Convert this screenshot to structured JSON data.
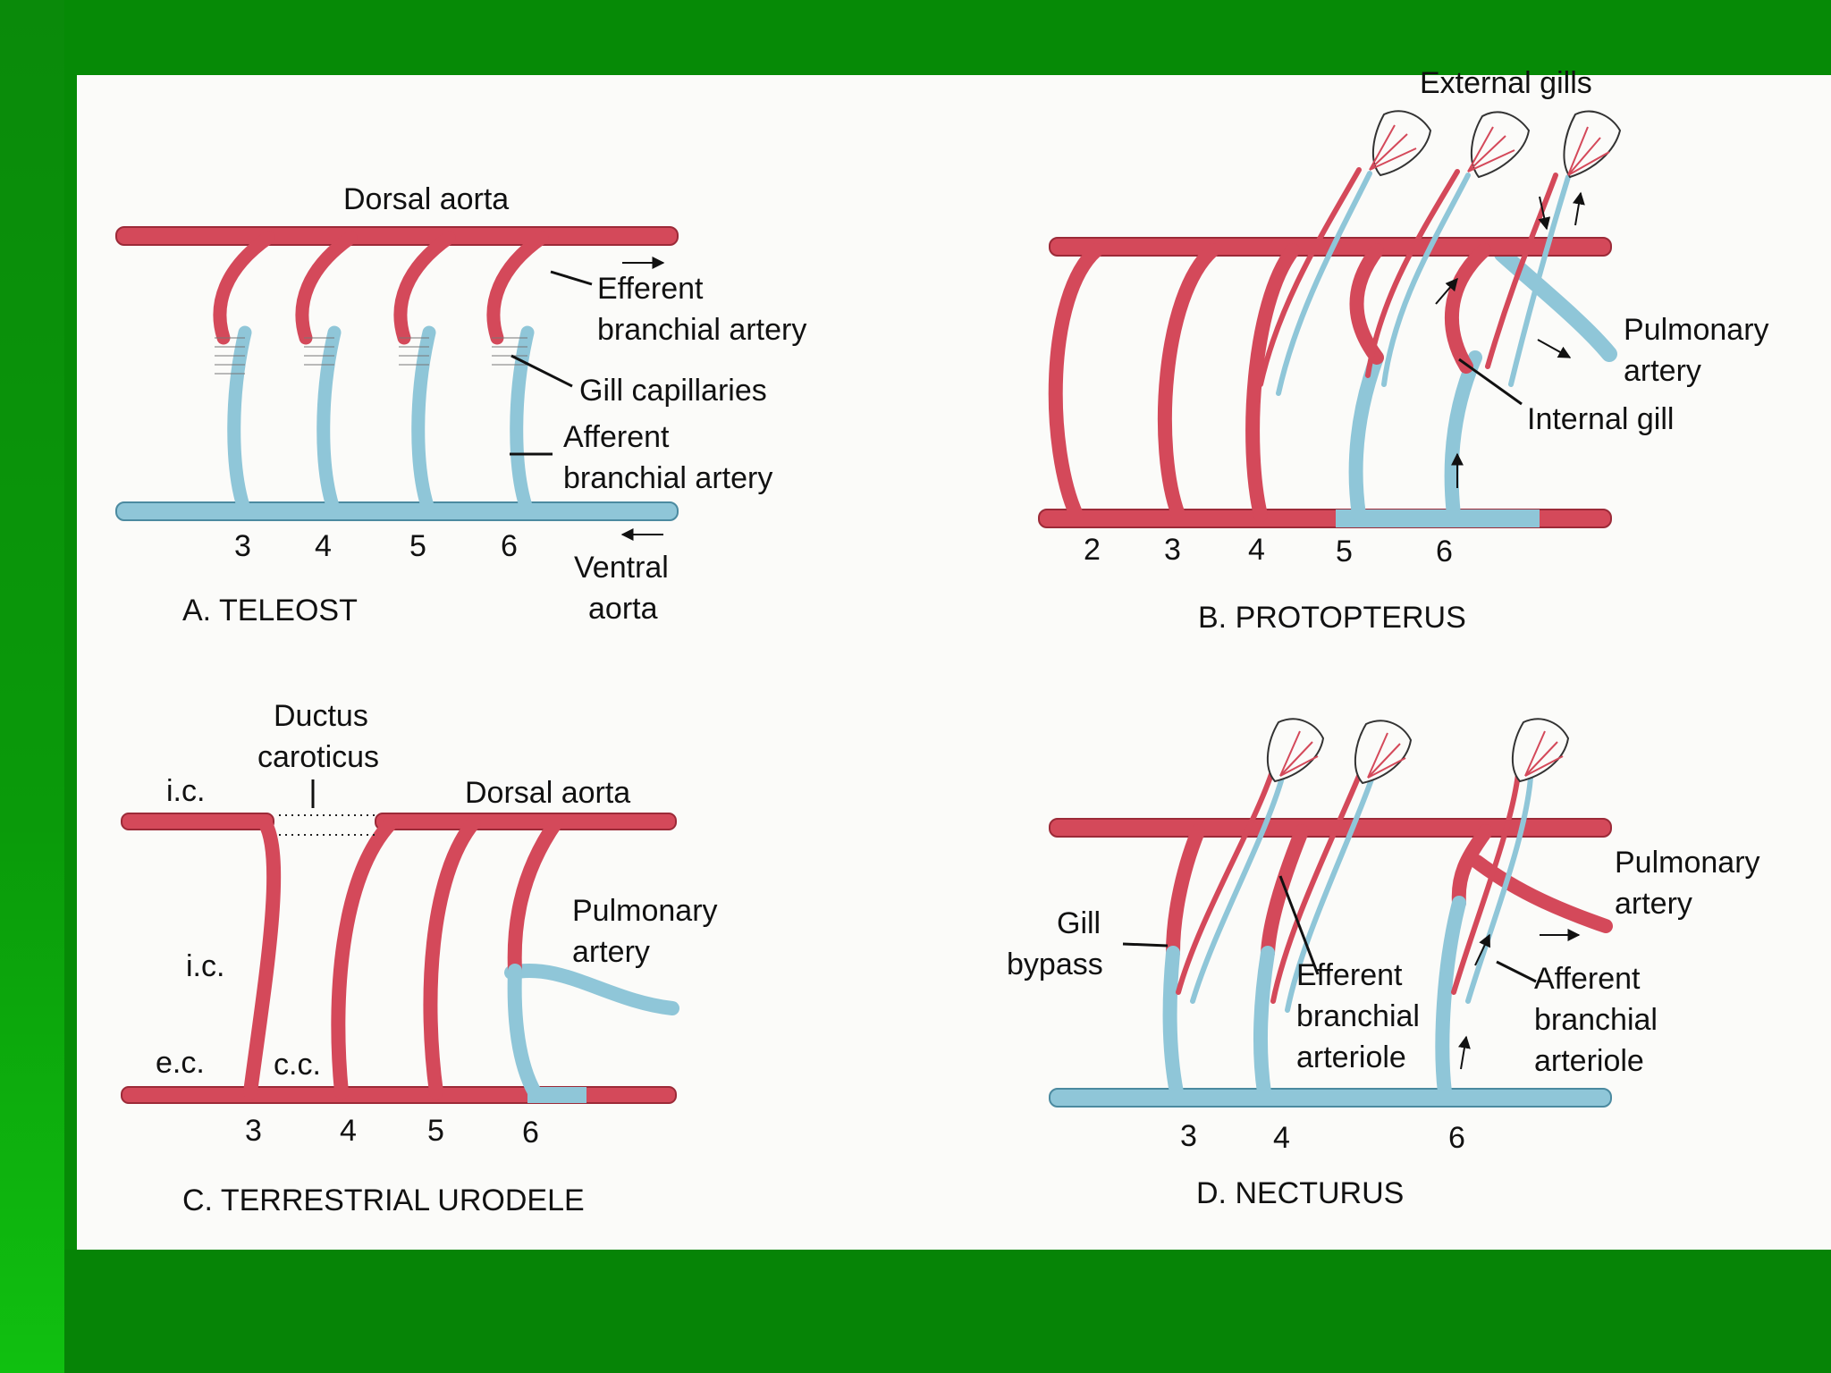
{
  "colors": {
    "oxygenated": "#d4495a",
    "deoxygenated": "#8fc6d8",
    "outline": "#9c2a38",
    "background": "#068a06",
    "plate": "#fbfbf9"
  },
  "panel_a": {
    "title": "A. TELEOST",
    "dorsal": "Dorsal aorta",
    "efferent_1": "Efferent",
    "efferent_2": "branchial artery",
    "capillaries": "Gill capillaries",
    "afferent_1": "Afferent",
    "afferent_2": "branchial artery",
    "ventral_1": "Ventral",
    "ventral_2": "aorta",
    "arches": [
      "3",
      "4",
      "5",
      "6"
    ]
  },
  "panel_b": {
    "title": "B. PROTOPTERUS",
    "external": "External gills",
    "pulmonary_1": "Pulmonary",
    "pulmonary_2": "artery",
    "internal": "Internal gill",
    "arches": [
      "2",
      "3",
      "4",
      "5",
      "6"
    ]
  },
  "panel_c": {
    "title": "C. TERRESTRIAL URODELE",
    "ductus_1": "Ductus",
    "ductus_2": "caroticus",
    "ic_top": "i.c.",
    "dorsal": "Dorsal aorta",
    "ic_mid": "i.c.",
    "pulmonary_1": "Pulmonary",
    "pulmonary_2": "artery",
    "ec": "e.c.",
    "cc": "c.c.",
    "arches": [
      "3",
      "4",
      "5",
      "6"
    ]
  },
  "panel_d": {
    "title": "D. NECTURUS",
    "pulmonary_1": "Pulmonary",
    "pulmonary_2": "artery",
    "bypass_1": "Gill",
    "bypass_2": "bypass",
    "efferent_1": "Efferent",
    "efferent_2": "branchial",
    "efferent_3": "arteriole",
    "afferent_1": "Afferent",
    "afferent_2": "branchial",
    "afferent_3": "arteriole",
    "arches": [
      "3",
      "4",
      "6"
    ]
  }
}
